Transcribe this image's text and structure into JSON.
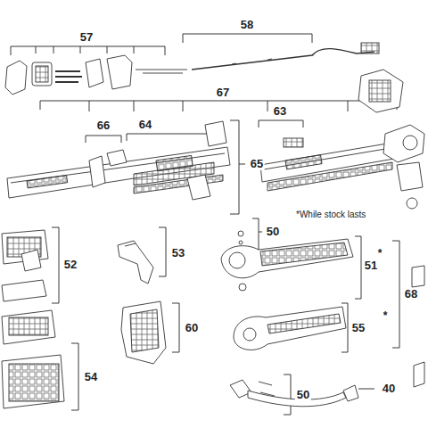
{
  "diagram": {
    "labels": [
      "57",
      "58",
      "67",
      "66",
      "64",
      "63",
      "65",
      "50",
      "*While stock lasts",
      "52",
      "53",
      "51",
      "*",
      "68",
      "60",
      "55",
      "*",
      "54",
      "50",
      "40"
    ]
  }
}
